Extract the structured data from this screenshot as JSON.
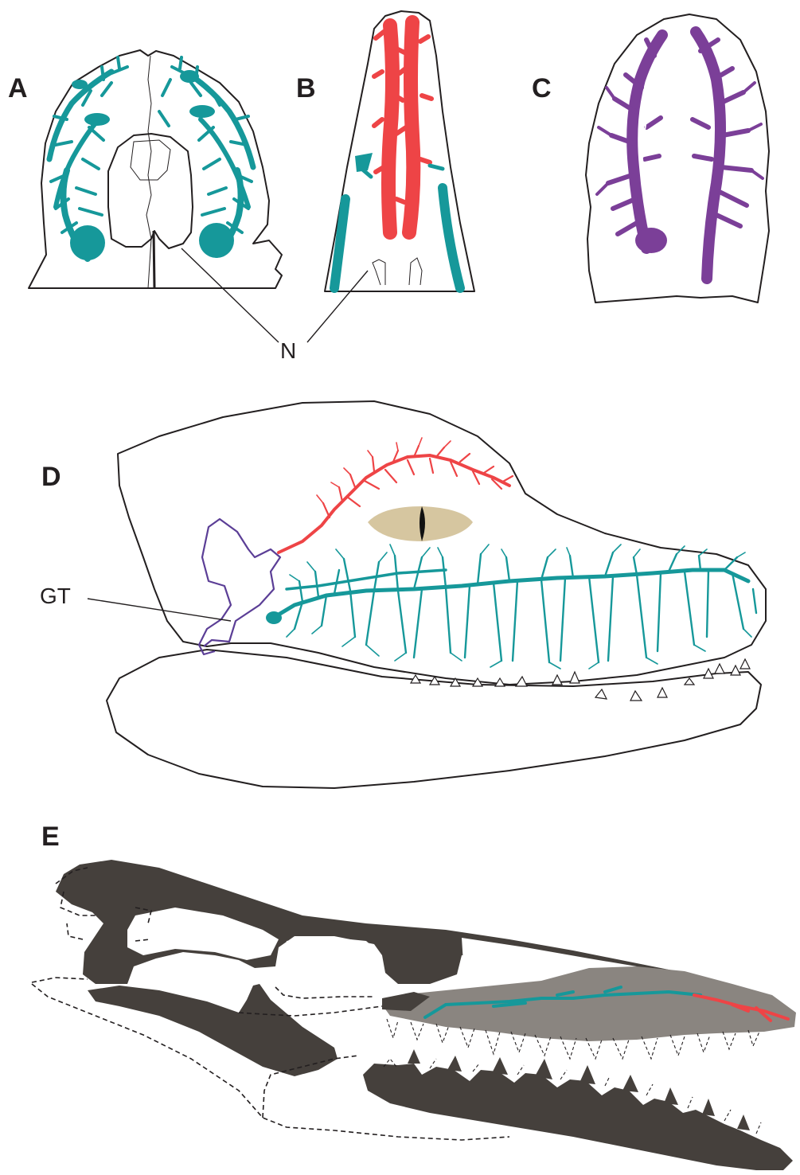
{
  "panels": {
    "a": {
      "letter": "A"
    },
    "b": {
      "letter": "B"
    },
    "c": {
      "letter": "C"
    },
    "d": {
      "letter": "D"
    },
    "e": {
      "letter": "E"
    }
  },
  "labels": {
    "nares": "N",
    "gt": "GT"
  },
  "colors": {
    "teal": "#16989a",
    "red": "#ee4446",
    "purple": "#7b3f98",
    "violet_outline": "#5b3e96",
    "eye": "#d6c6a0",
    "bone": "#45403c",
    "bone_light": "#8a8580",
    "ink": "#231f20"
  }
}
